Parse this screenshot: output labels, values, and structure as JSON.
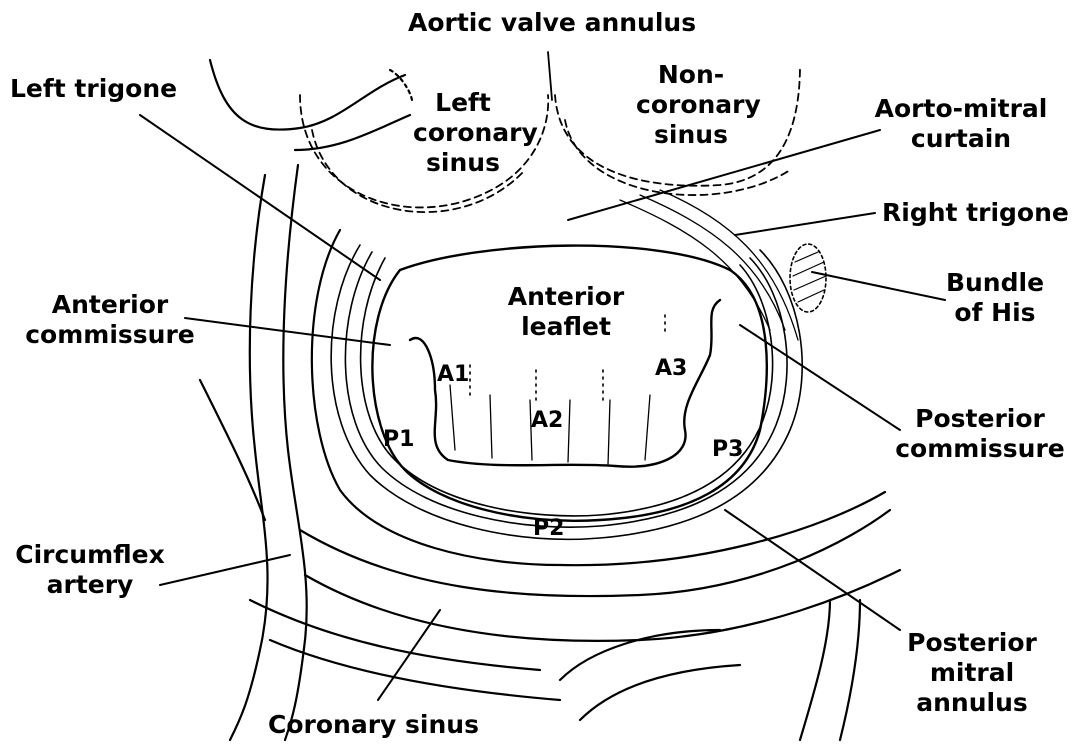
{
  "labels": {
    "aortic_valve_annulus": "Aortic valve annulus",
    "left_trigone": "Left trigone",
    "left_coronary_sinus": [
      "Left",
      "coronary",
      "sinus"
    ],
    "non_coronary_sinus": [
      "Non-",
      "coronary",
      "sinus"
    ],
    "aorto_mitral_curtain": [
      "Aorto-mitral",
      "curtain"
    ],
    "right_trigone": "Right trigone",
    "bundle_of_his": [
      "Bundle",
      "of His"
    ],
    "anterior_commissure": [
      "Anterior",
      "commissure"
    ],
    "anterior_leaflet": [
      "Anterior",
      "leaflet"
    ],
    "posterior_commissure": [
      "Posterior",
      "commissure"
    ],
    "circumflex_artery": [
      "Circumflex",
      "artery"
    ],
    "coronary_sinus": "Coronary sinus",
    "posterior_mitral_annulus": [
      "Posterior",
      "mitral",
      "annulus"
    ]
  },
  "scallops": {
    "a1": "A1",
    "a2": "A2",
    "a3": "A3",
    "p1": "P1",
    "p2": "P2",
    "p3": "P3"
  },
  "colors": {
    "line": "#000000",
    "background": "#ffffff"
  }
}
